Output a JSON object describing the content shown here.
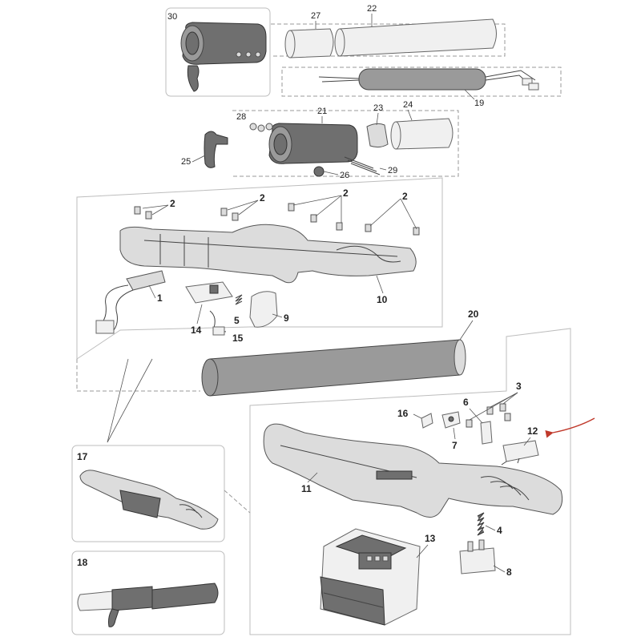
{
  "callouts": {
    "c1": "1",
    "c2a": "2",
    "c2b": "2",
    "c2c": "2",
    "c2d": "2",
    "c3": "3",
    "c4": "4",
    "c5": "5",
    "c6": "6",
    "c7": "7",
    "c8": "8",
    "c9": "9",
    "c10": "10",
    "c11": "11",
    "c12": "12",
    "c13": "13",
    "c14": "14",
    "c15": "15",
    "c16": "16",
    "c17": "17",
    "c18": "18",
    "c19": "19",
    "c20": "20",
    "c21": "21",
    "c22": "22",
    "c23": "23",
    "c24": "24",
    "c25": "25",
    "c26": "26",
    "c27": "27",
    "c28": "28",
    "c29": "29",
    "c30": "30"
  },
  "colors": {
    "highlight_arrow": "#c0392b",
    "part_dark": "#6f6f6f",
    "part_light": "#dcdcdc"
  }
}
